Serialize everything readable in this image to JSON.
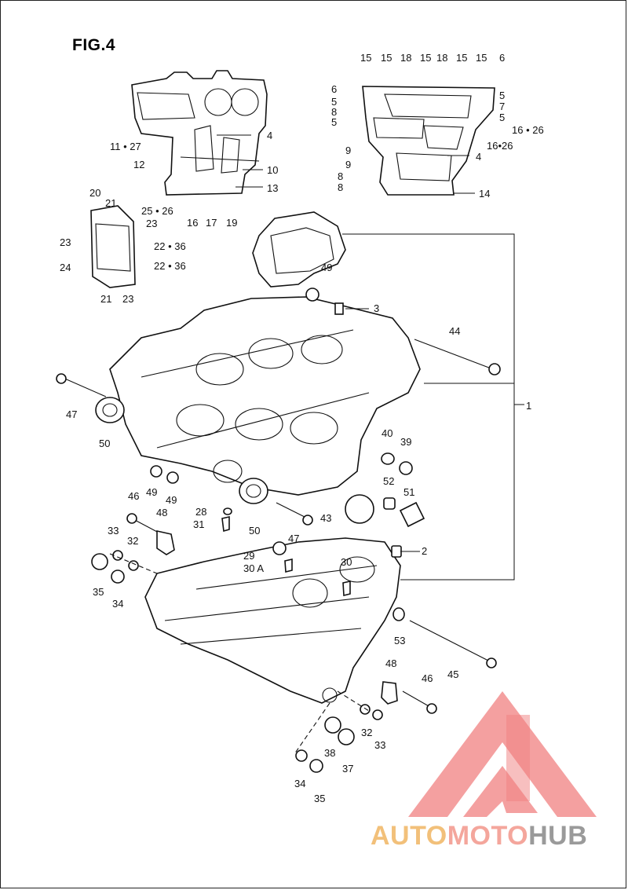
{
  "figure": {
    "title": "FIG.4"
  },
  "labels": {
    "l1": "1",
    "l2": "2",
    "l3": "3",
    "l4a": "4",
    "l4b": "4",
    "l5a": "5",
    "l5b": "5",
    "l5c": "5",
    "l5d": "5",
    "l6a": "6",
    "l6b": "6",
    "l7": "7",
    "l8a": "8",
    "l8b": "8",
    "l8c": "8",
    "l9a": "9",
    "l9b": "9",
    "l10": "10",
    "l11_27": "11 • 27",
    "l12": "12",
    "l13": "13",
    "l14": "14",
    "l15a": "15",
    "l15b": "15",
    "l15c": "15",
    "l15d": "15",
    "l15e": "15",
    "l16": "16",
    "l16_26a": "16 • 26",
    "l16_26b": "16•26",
    "l17": "17",
    "l18a": "18",
    "l18b": "18",
    "l19": "19",
    "l20": "20",
    "l21a": "21",
    "l21b": "21",
    "l22_36a": "22 • 36",
    "l22_36b": "22 • 36",
    "l23a": "23",
    "l23b": "23",
    "l23c": "23",
    "l24": "24",
    "l25_26": "25 • 26",
    "l28": "28",
    "l29": "29",
    "l30": "30",
    "l30a": "30 A",
    "l31": "31",
    "l32a": "32",
    "l32b": "32",
    "l33a": "33",
    "l33b": "33",
    "l34a": "34",
    "l34b": "34",
    "l35a": "35",
    "l35b": "35",
    "l37": "37",
    "l38": "38",
    "l39": "39",
    "l40": "40",
    "l43": "43",
    "l44": "44",
    "l45": "45",
    "l46a": "46",
    "l46b": "46",
    "l47a": "47",
    "l47b": "47",
    "l48a": "48",
    "l48b": "48",
    "l49a": "49",
    "l49b": "49",
    "l49c": "49",
    "l50a": "50",
    "l50b": "50",
    "l51": "51",
    "l52": "52",
    "l53": "53"
  },
  "watermark": {
    "part1": "AUTO",
    "part2": "MOTO",
    "part3": "HUB",
    "colors": {
      "auto": "#f2c07a",
      "moto": "#f4a69c",
      "hub": "#9a9a9a",
      "logo": "#f08080"
    }
  }
}
